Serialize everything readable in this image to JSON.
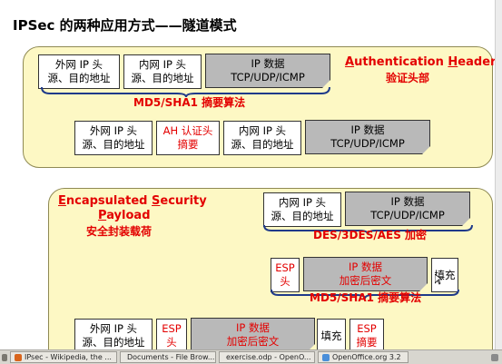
{
  "slide": {
    "title": "IPSec 的两种应用方式——隧道模式",
    "ah": {
      "heading_auth": "Authentication",
      "heading_header": "Header",
      "subtitle": "验证头部",
      "row1": {
        "outer_ip_l1": "外网 IP 头",
        "outer_ip_l2": "源、目的地址",
        "inner_ip_l1": "内网 IP 头",
        "inner_ip_l2": "源、目的地址",
        "data_l1": "IP 数据",
        "data_l2": "TCP/UDP/ICMP"
      },
      "brace_label": "MD5/SHA1 摘要算法",
      "row2": {
        "outer_ip_l1": "外网 IP 头",
        "outer_ip_l2": "源、目的地址",
        "ah_l1": "AH 认证头",
        "ah_l2": "摘要",
        "inner_ip_l1": "内网 IP 头",
        "inner_ip_l2": "源、目的地址",
        "data_l1": "IP 数据",
        "data_l2": "TCP/UDP/ICMP"
      }
    },
    "esp": {
      "heading_line1": "Encapsulated Security",
      "heading_line2": "Payload",
      "subtitle": "安全封装载荷",
      "row1": {
        "inner_ip_l1": "内网 IP 头",
        "inner_ip_l2": "源、目的地址",
        "data_l1": "IP 数据",
        "data_l2": "TCP/UDP/ICMP"
      },
      "encrypt_label": "DES/3DES/AES 加密",
      "row2": {
        "esp_l1": "ESP",
        "esp_l2": "头",
        "data_l1": "IP 数据",
        "data_l2": "加密后密文",
        "pad": "填充"
      },
      "digest_label": "MD5/SHA1 摘要算法",
      "row3": {
        "outer_ip_l1": "外网 IP 头",
        "outer_ip_l2": "源、目的地址",
        "esp_l1": "ESP",
        "esp_l2": "头",
        "data_l1": "IP 数据",
        "data_l2": "加密后密文",
        "pad": "填充",
        "esp_digest_l1": "ESP",
        "esp_digest_l2": "摘要"
      }
    }
  },
  "taskbar": {
    "items": [
      {
        "label": "IPsec - Wikipedia, the ...",
        "icon": "firefox-icon",
        "color": "#d9651c"
      },
      {
        "label": "Documents - File Brow...",
        "icon": "folder-icon",
        "color": "#c9a34a"
      },
      {
        "label": "exercise.odp - OpenO...",
        "icon": "impress-icon",
        "color": "#3a7fc9"
      },
      {
        "label": "OpenOffice.org 3.2",
        "icon": "openoffice-icon",
        "color": "#4a8fd9"
      }
    ]
  }
}
